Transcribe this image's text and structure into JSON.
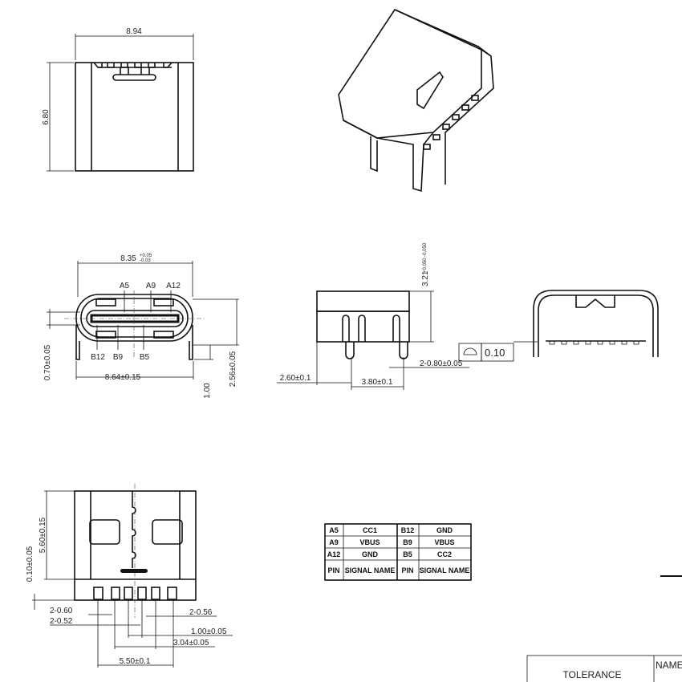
{
  "top_view": {
    "width_dim": "8.94",
    "height_dim": "6.80"
  },
  "front_view": {
    "width_dim": "8.35",
    "width_tol_plus": "+0.05",
    "width_tol_minus": "-0.03",
    "top_pins": [
      "A5",
      "A9",
      "A12"
    ],
    "bottom_pins": [
      "B12",
      "B9",
      "B5"
    ],
    "overall_width": "8.64±0.15",
    "leg_dim": "0.70±0.05",
    "height_dim": "2.56±0.05",
    "leg_height": "1.00"
  },
  "side_view": {
    "height_dim": "3.21",
    "height_tol": "+0.050 -0.050",
    "offset_dim": "2.60±0.1",
    "pitch_dim": "3.80±0.1",
    "leg_width": "2-0.80±0.05",
    "flatness_value": "0.10"
  },
  "bottom_view": {
    "height_dim": "5.60±0.15",
    "offset_dim": "0.10±0.05",
    "dims": [
      "2-0.60",
      "2-0.52",
      "2-0.56",
      "1.00±0.05",
      "3.04±0.05",
      "5.50±0.1"
    ]
  },
  "pin_table": {
    "rows": [
      [
        "A5",
        "CC1",
        "B12",
        "GND"
      ],
      [
        "A9",
        "VBUS",
        "B9",
        "VBUS"
      ],
      [
        "A12",
        "GND",
        "B5",
        "CC2"
      ]
    ],
    "header": [
      "PIN",
      "SIGNAL NAME",
      "PIN",
      "SIGNAL NAME"
    ]
  },
  "title_block": {
    "tolerance": "TOLERANCE",
    "name": "NAME"
  }
}
